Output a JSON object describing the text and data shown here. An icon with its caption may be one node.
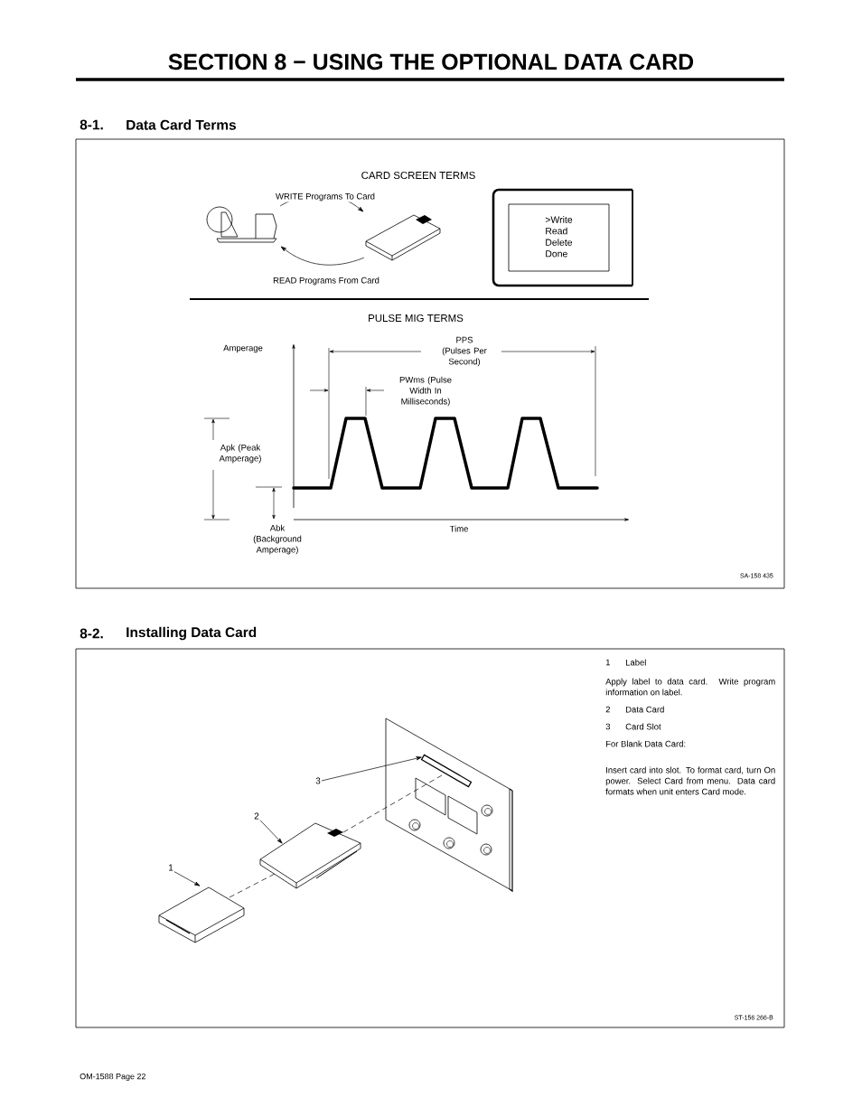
{
  "diagram": {
    "title": "SECTION 8 − USING THE OPTIONAL DATA CARD",
    "nodes": [
      {
        "text": [],
        "shape": "picture"
      },
      {
        "text": [],
        "shape": "picture"
      },
      {
        "text": [
          ">Write",
          "Read",
          "Delete",
          "Done"
        ]
      },
      {
        "text": [
          "1"
        ]
      },
      {
        "text": [],
        "shape": "picture"
      },
      {
        "text": [
          "2"
        ]
      },
      {
        "text": [],
        "shape": "picture"
      },
      {
        "text": [
          "3"
        ]
      },
      {
        "text": [],
        "shape": "box"
      }
    ],
    "edges": [
      {
        "from": 0,
        "to": 1,
        "arrow": "to",
        "label": "WRITE Programs To Card"
      },
      {
        "from": 1,
        "to": 0,
        "arrow": "to",
        "label": "READ Programs From Card"
      },
      {
        "from": 3,
        "to": 4,
        "arrow": "to"
      },
      {
        "from": 5,
        "to": 6,
        "arrow": "to"
      },
      {
        "from": 7,
        "to": 8,
        "arrow": "to"
      },
      {
        "from": 4,
        "to": 6,
        "arrow": "none",
        "style": "dashed"
      },
      {
        "from": 6,
        "to": 8,
        "arrow": "none",
        "style": "dashed"
      }
    ],
    "labels": [
      "8-1.",
      "Data Card Terms",
      "CARD SCREEN TERMS",
      "PULSE MIG TERMS",
      "Amperage",
      "PPS (Pulses Per Second)",
      "PWms (Pulse Width In Milliseconds)",
      "Apk (Peak Amperage)",
      "Abk (Background Amperage)",
      "Time",
      "SA-158 435",
      "8-2.",
      "Installing Data Card",
      "1",
      "Label",
      "Apply label to data card. Write program information on label.",
      "2",
      "Data Card",
      "3",
      "Card Slot",
      "For Blank Data Card:",
      "Insert card into slot. To format card, turn On power. Select Card from menu. Data card formats when unit enters Card mode.",
      "ST-156 266-B",
      "OM-1588 Page 22"
    ]
  }
}
